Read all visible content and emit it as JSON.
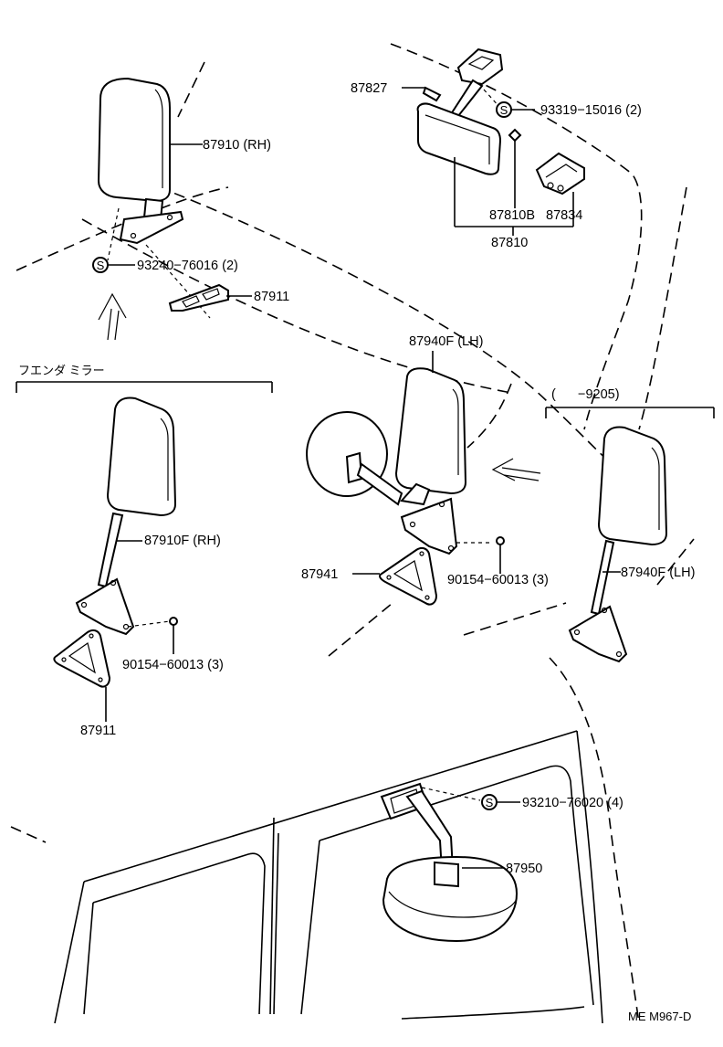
{
  "labels": {
    "p87827": "87827",
    "p93319": "93319−15016 (2)",
    "p87910": "87910 (RH)",
    "p87810b": "87810B",
    "p87834": "87834",
    "p87810": "87810",
    "p93240": "93240−76016 (2)",
    "p87911_top": "87911",
    "p87940f": "87940F (LH)",
    "p9205": "(      −9205)",
    "fender_heading": "フエンダ ミラー",
    "p87910f": "87910F (RH)",
    "p87941": "87941",
    "p90154_mid": "90154−60013 (3)",
    "p87940f_right": "87940F (LH)",
    "p90154_left": "90154−60013 (3)",
    "p87911_bottom": "87911",
    "p93210": "93210−76020 (4)",
    "p87950": "87950",
    "code": "ME M967-D"
  },
  "marker": "S",
  "icons": [
    "screw-marker-icon"
  ]
}
